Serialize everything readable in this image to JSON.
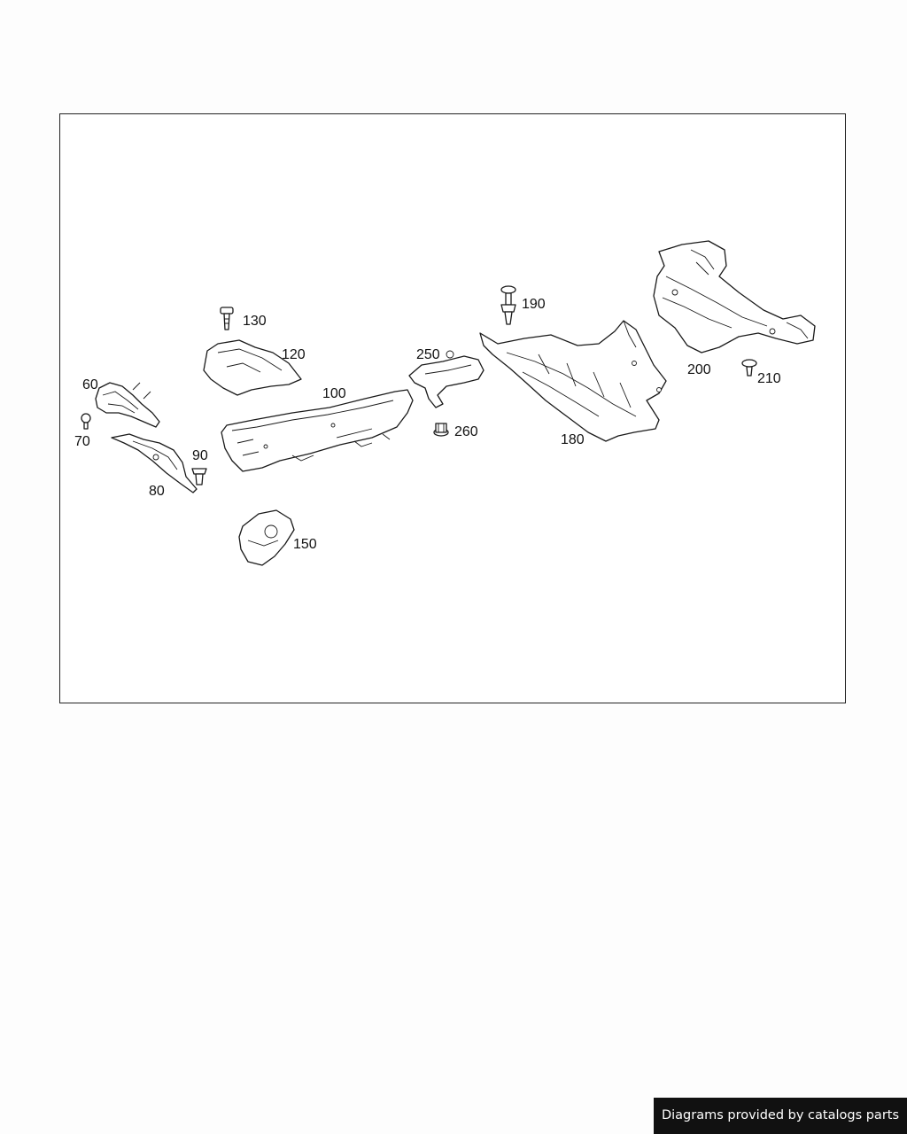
{
  "diagram": {
    "labels": {
      "p60": "60",
      "p70": "70",
      "p80": "80",
      "p90": "90",
      "p100": "100",
      "p120": "120",
      "p130": "130",
      "p150": "150",
      "p180": "180",
      "p190": "190",
      "p200": "200",
      "p210": "210",
      "p250": "250",
      "p260": "260"
    }
  },
  "footer": {
    "credit": "Diagrams provided by catalogs parts"
  }
}
